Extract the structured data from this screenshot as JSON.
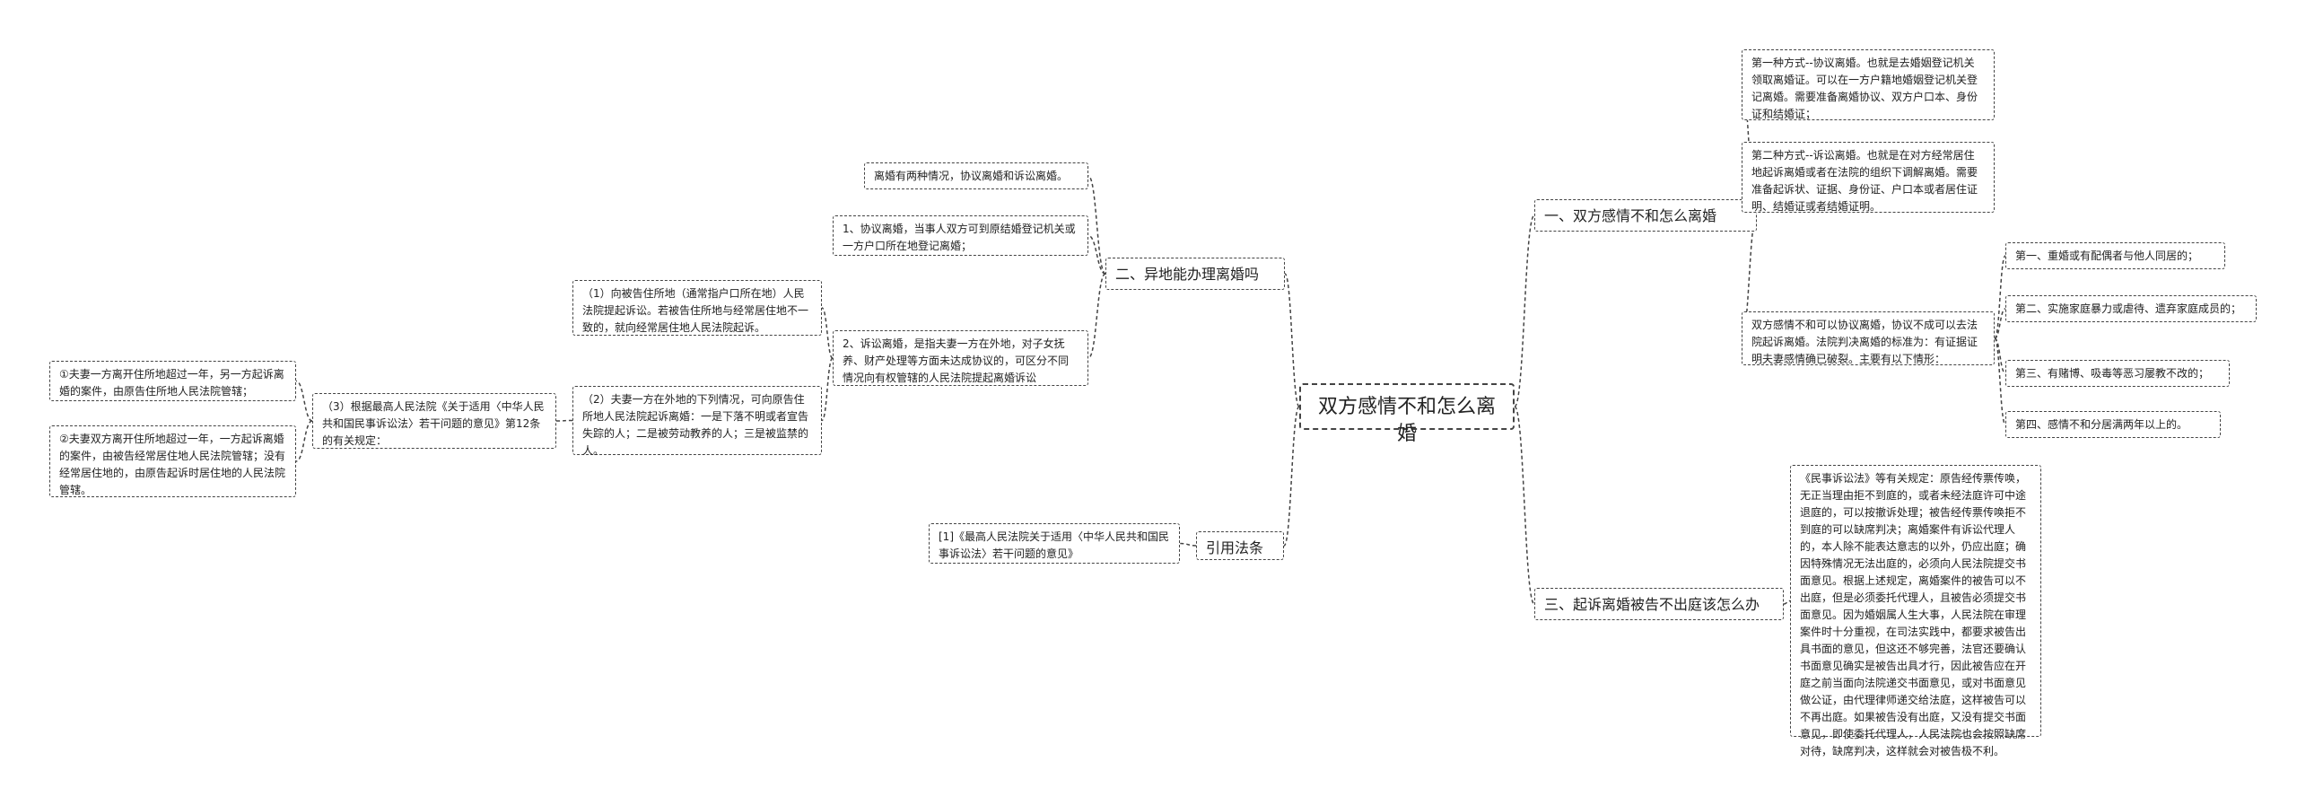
{
  "root": "双方感情不和怎么离婚",
  "branches": {
    "b1": "一、双方感情不和怎么离婚",
    "b2": "二、异地能办理离婚吗",
    "b3": "三、起诉离婚被告不出庭该怎么办",
    "b4": "引用法条"
  },
  "b1_children": {
    "c1": "第一种方式--协议离婚。也就是去婚姻登记机关领取离婚证。可以在一方户籍地婚姻登记机关登记离婚。需要准备离婚协议、双方户口本、身份证和结婚证；",
    "c2": "第二种方式--诉讼离婚。也就是在对方经常居住地起诉离婚或者在法院的组织下调解离婚。需要准备起诉状、证据、身份证、户口本或者居住证明、结婚证或者结婚证明。",
    "c3": "双方感情不和可以协议离婚，协议不成可以去法院起诉离婚。法院判决离婚的标准为：有证据证明夫妻感情确已破裂。主要有以下情形：",
    "c3_items": [
      "第一、重婚或有配偶者与他人同居的；",
      "第二、实施家庭暴力或虐待、遗弃家庭成员的；",
      "第三、有赌博、吸毒等恶习屡教不改的；",
      "第四、感情不和分居满两年以上的。"
    ]
  },
  "b2_children": {
    "d1": "离婚有两种情况，协议离婚和诉讼离婚。",
    "d2": "1、协议离婚，当事人双方可到原结婚登记机关或一方户口所在地登记离婚；",
    "d3": "2、诉讼离婚，是指夫妻一方在外地，对子女抚养、财产处理等方面未达成协议的，可区分不同情况向有权管辖的人民法院提起离婚诉讼",
    "d3_items": {
      "e1": "（1）向被告住所地（通常指户口所在地）人民法院提起诉讼。若被告住所地与经常居住地不一致的，就向经常居住地人民法院起诉。",
      "e2": "（2）夫妻一方在外地的下列情况，可向原告住所地人民法院起诉离婚：一是下落不明或者宣告失踪的人；二是被劳动教养的人；三是被监禁的人。",
      "e2_child": "（3）根据最高人民法院《关于适用〈中华人民共和国民事诉讼法〉若干问题的意见》第12条的有关规定：",
      "e2_grand": [
        "①夫妻一方离开住所地超过一年，另一方起诉离婚的案件，由原告住所地人民法院管辖；",
        "②夫妻双方离开住所地超过一年，一方起诉离婚的案件，由被告经常居住地人民法院管辖；没有经常居住地的，由原告起诉时居住地的人民法院管辖。"
      ]
    }
  },
  "b3_children": {
    "f1": "《民事诉讼法》等有关规定：原告经传票传唤，无正当理由拒不到庭的，或者未经法庭许可中途退庭的，可以按撤诉处理；被告经传票传唤拒不到庭的可以缺席判决；离婚案件有诉讼代理人的，本人除不能表达意志的以外，仍应出庭；确因特殊情况无法出庭的，必须向人民法院提交书面意见。根据上述规定，离婚案件的被告可以不出庭，但是必须委托代理人，且被告必须提交书面意见。因为婚姻属人生大事，人民法院在审理案件时十分重视，在司法实践中，都要求被告出具书面的意见，但这还不够完善，法官还要确认书面意见确实是被告出具才行，因此被告应在开庭之前当面向法院递交书面意见，或对书面意见做公证，由代理律师递交给法庭，这样被告可以不再出庭。如果被告没有出庭，又没有提交书面意见，即使委托代理人，人民法院也会按照缺席对待，缺席判决，这样就会对被告极不利。"
  },
  "b4_children": {
    "g1": "[1]《最高人民法院关于适用〈中华人民共和国民事诉讼法〉若干问题的意见》"
  },
  "line_color": "#444444"
}
